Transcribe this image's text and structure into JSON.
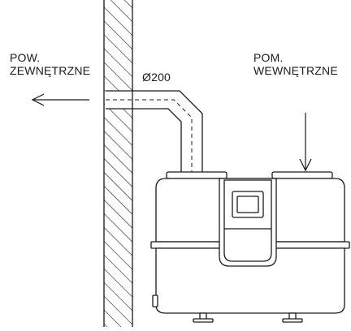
{
  "labels": {
    "outside_line1": "POW.",
    "outside_line2": "ZEWNĘTRZNE",
    "duct_diameter": "Ø200",
    "inside_line1": "POM.",
    "inside_line2": "WEWNĘTRZNE"
  },
  "colors": {
    "line": "#1a1a1a",
    "background": "#ffffff"
  }
}
